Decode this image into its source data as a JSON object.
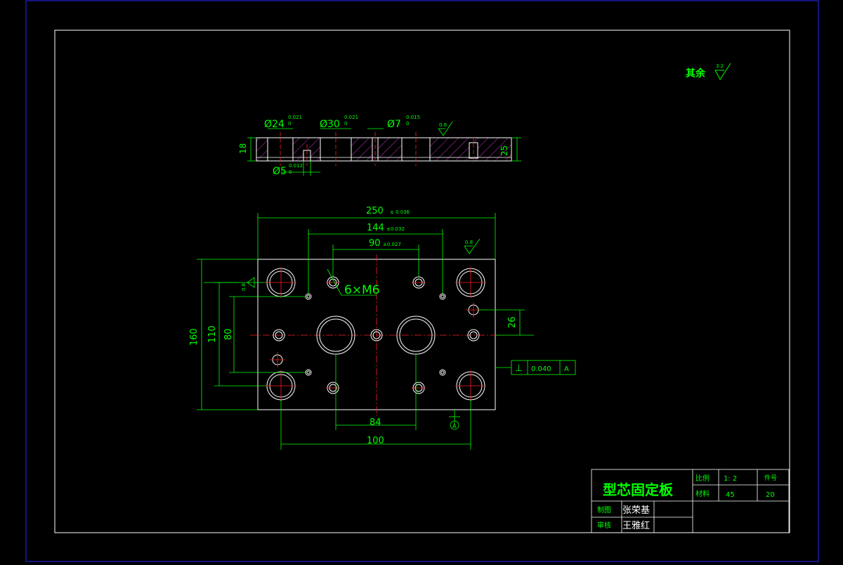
{
  "colors": {
    "background": "#000000",
    "outer_border": "#1a1aa8",
    "frame": "#ffffff",
    "geometry": "#ffffff",
    "dimension": "#00ff00",
    "centerline": "#ff2020",
    "hatch": "#cc33cc",
    "title_text": "#00ff00",
    "name_text": "#ffffff"
  },
  "drawing": {
    "general_roughness_label": "其余",
    "general_roughness_value": "3.2",
    "section": {
      "dia24": "Ø24",
      "dia24_tol": "0.021",
      "dia24_tol_lower": "0",
      "dia30": "Ø30",
      "dia30_tol": "0.021",
      "dia30_tol_lower": "0",
      "dia7": "Ø7",
      "dia7_tol": "0.015",
      "dia7_tol_lower": "0",
      "dia5": "Ø5",
      "dia5_tol": "0.012",
      "dia5_tol_lower": "0",
      "height_left": "18",
      "height_right": "25",
      "roughness": "0.8"
    },
    "plan": {
      "width_total": "250",
      "width_total_tol": "± 0.036",
      "width_144": "144",
      "width_144_tol": "±0.032",
      "width_90": "90",
      "width_90_tol": "±0.027",
      "height_160": "160",
      "height_110": "110",
      "height_80": "80",
      "offset_26": "26",
      "bottom_84": "84",
      "bottom_100": "100",
      "thread_callout": "6×M6",
      "roughness_top": "0.8",
      "roughness_left": "0.8",
      "tolerance_symbol": "⊥",
      "tolerance_value": "0.040",
      "datum": "A"
    }
  },
  "title_block": {
    "part_name": "型芯固定板",
    "scale_label": "比例",
    "scale_value": "1: 2",
    "part_no_label": "件号",
    "part_no_value": "20",
    "material_label": "材料",
    "material_value": "45",
    "drawn_label": "制图",
    "drawn_name": "张荣基",
    "checked_label": "审核",
    "checked_name": "王雅红"
  }
}
